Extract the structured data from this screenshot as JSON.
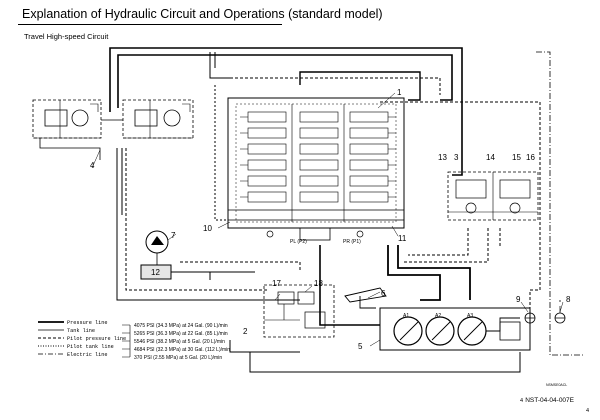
{
  "header": {
    "title": "Explanation of Hydraulic Circuit and Operations (standard model)",
    "section": "Travel High-speed Circuit"
  },
  "callouts": [
    "1",
    "2",
    "3",
    "4",
    "5",
    "6",
    "7",
    "8",
    "9",
    "10",
    "11",
    "12",
    "13",
    "14",
    "15",
    "16",
    "17",
    "18"
  ],
  "legend": {
    "items": [
      {
        "label": "Pressure line",
        "style": "solid-thick"
      },
      {
        "label": "Tank line",
        "style": "solid-thin"
      },
      {
        "label": "Pilot pressure line",
        "style": "dashed"
      },
      {
        "label": "Pilot tank line",
        "style": "dotted"
      },
      {
        "label": "Electric line",
        "style": "dash-dot"
      }
    ],
    "specs": [
      "4075 PSI (34.3 MPa) at 24 Gal. (90 L)/min",
      "5265 PSI (36.3 MPa) at 22 Gal. (85 L)/min",
      "5546 PSI (38.2 MPa) at 5 Gal. (20 L)/min",
      "4684 PSI (32.3 MPa) at 30 Gal. (112 L)/min",
      "370 PSI (2.55 MPa) at 5 Gal. (20 L)/min"
    ]
  },
  "port_labels": {
    "pl": "PL (P2)",
    "pr": "PR (P1)",
    "a1": "A1",
    "a2": "A2",
    "a3": "A3"
  },
  "footer": {
    "code": "NST-04-04-007E",
    "page_a": "4",
    "page_b": "4",
    "figure_ref": "NSMSE0ACL"
  },
  "colors": {
    "ink": "#000000",
    "block_fill": "#e6e6e6",
    "page": "#ffffff"
  }
}
